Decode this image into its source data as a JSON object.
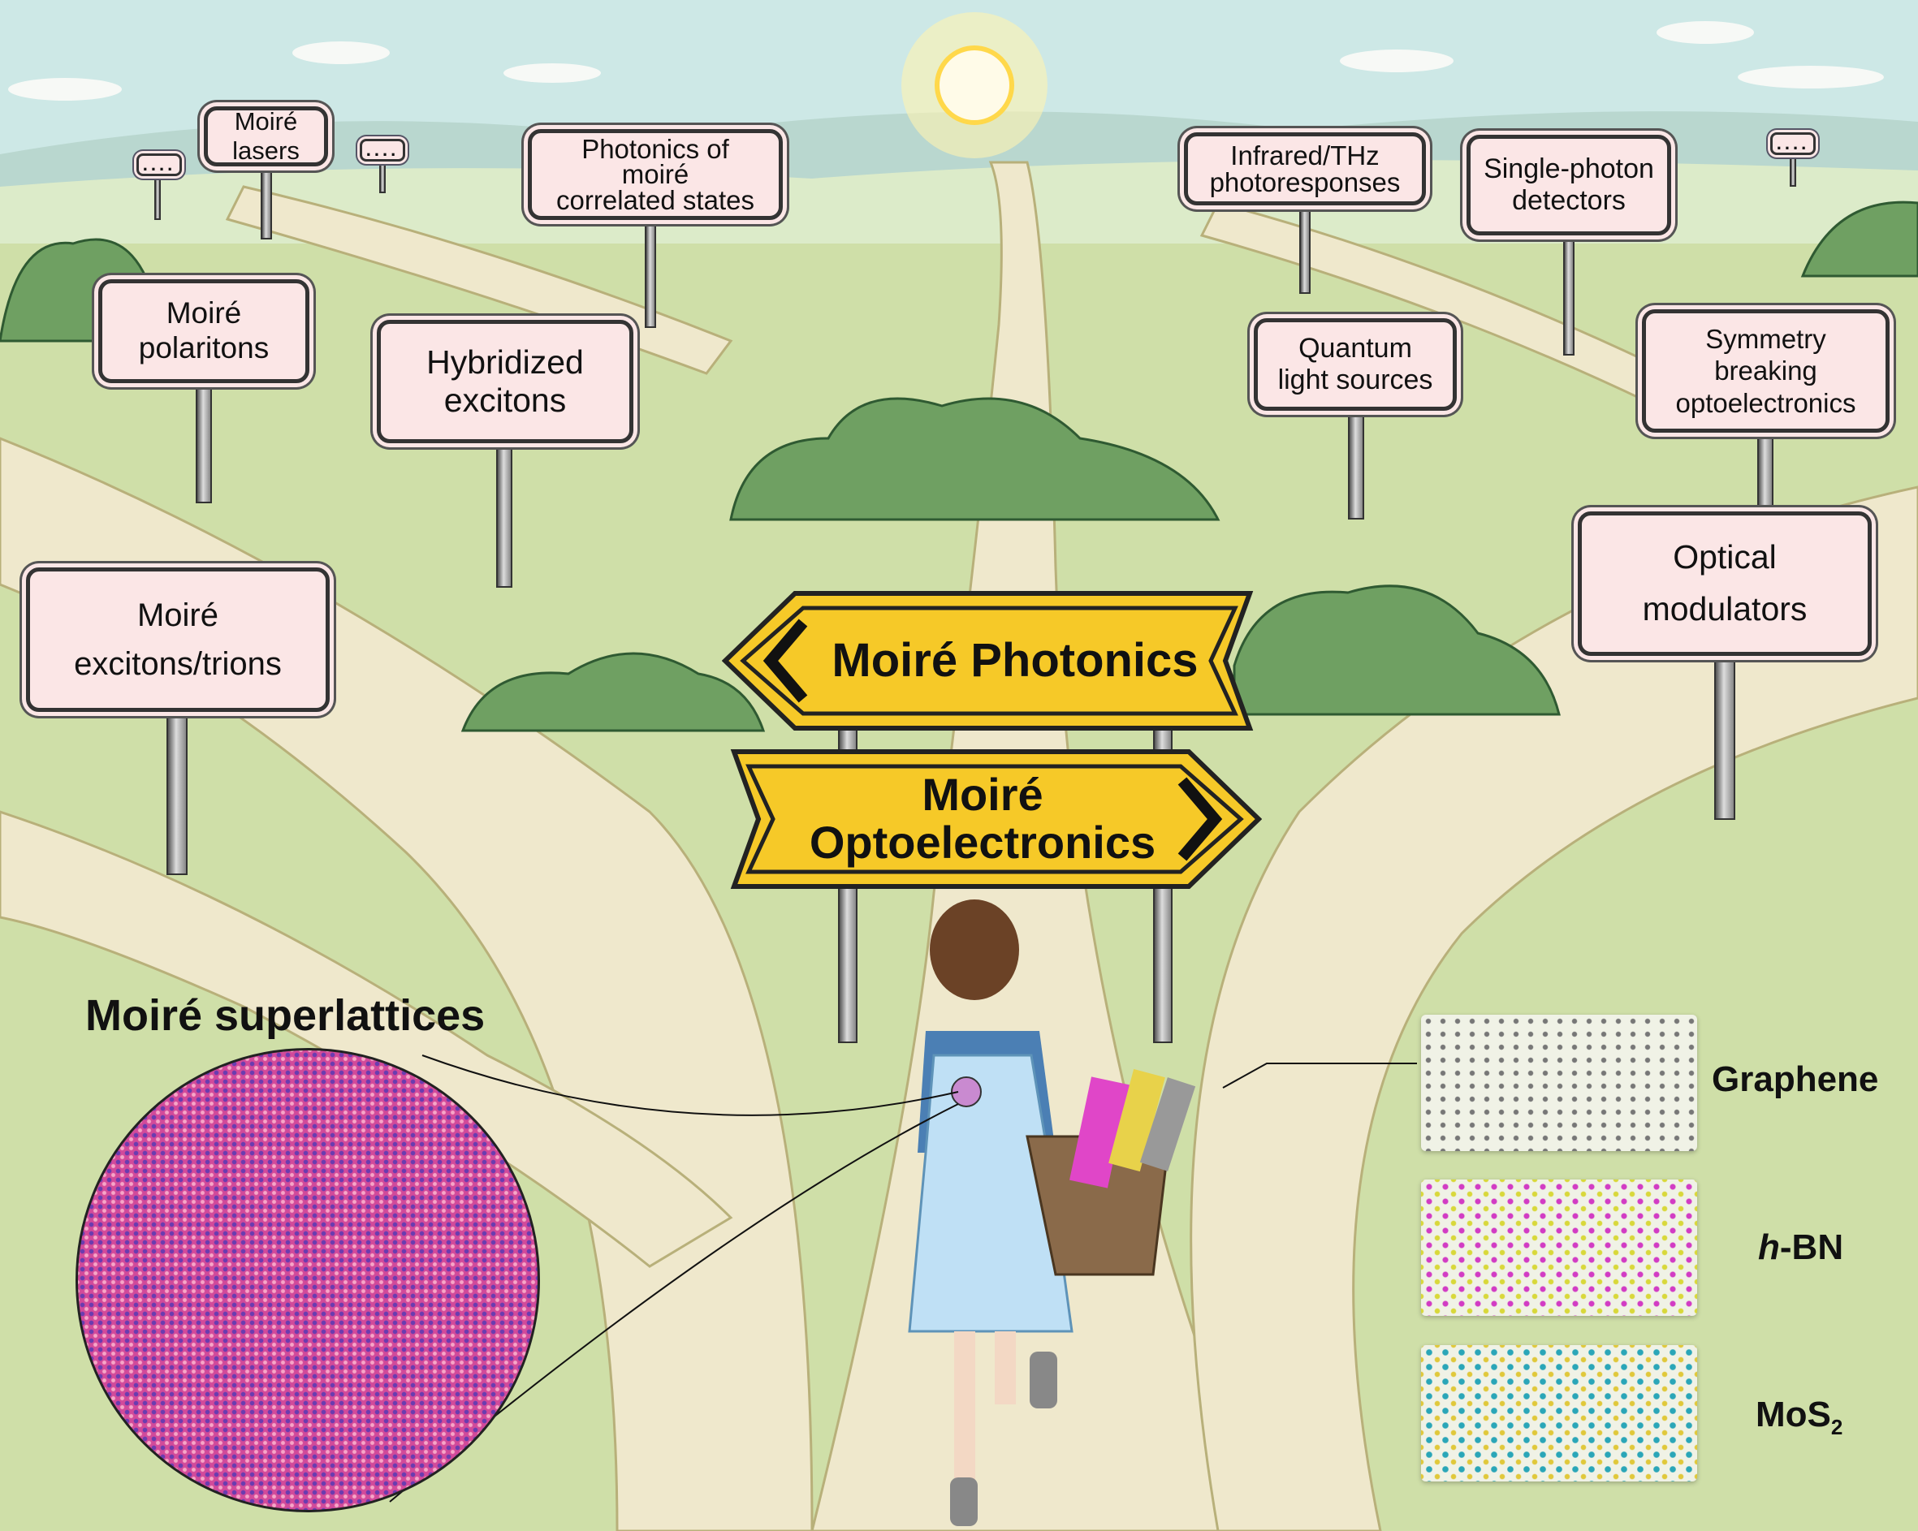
{
  "signs": {
    "moire_lasers": "Moiré\nlasers",
    "placeholder_1": "....",
    "placeholder_2": "....",
    "placeholder_3": "....",
    "photonics_correlated": "Photonics of\nmoiré\ncorrelated states",
    "infrared_thz": "Infrared/THz\nphotoresponses",
    "single_photon": "Single-photon\ndetectors",
    "moire_polaritons": "Moiré\npolaritons",
    "hybridized_excitons": "Hybridized\nexcitons",
    "quantum_light": "Quantum\nlight sources",
    "symmetry_breaking": "Symmetry\nbreaking\noptoelectronics",
    "excitons_trions": "Moiré\nexcitons/trions",
    "optical_modulators": "Optical\nmodulators"
  },
  "arrows": {
    "photonics": "Moiré Photonics",
    "optoelectronics": "Moiré\nOptoelectronics"
  },
  "superlattice_title": "Moiré superlattices",
  "materials": {
    "graphene": "Graphene",
    "hbn_italic": "h",
    "hbn_rest": "-BN",
    "mos2_base": "MoS",
    "mos2_sub": "2"
  },
  "colors": {
    "sign_bg": "#fbe6e6",
    "arrow_yellow": "#f6c928",
    "grass": "#c9dba0",
    "road": "#efe8cc"
  }
}
